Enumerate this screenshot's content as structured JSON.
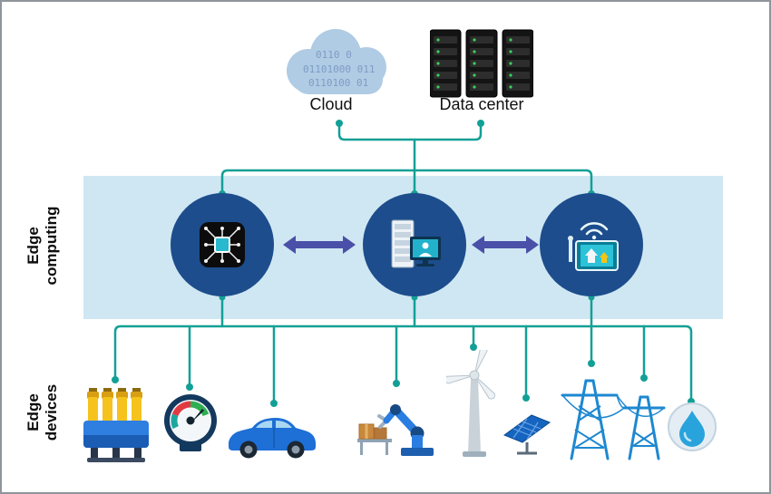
{
  "labels": {
    "cloud": "Cloud",
    "data_center": "Data center",
    "edge_computing": "Edge computing",
    "edge_devices": "Edge devices"
  },
  "cloud_binary": [
    "0110 0",
    "01101000 011",
    "0110100 01"
  ],
  "colors": {
    "connector_teal": "#12a096",
    "band_blue": "#cfe7f2",
    "node_navy": "#1d4d8c",
    "arrow_indigo": "#4a4fa8",
    "device_blue": "#2a7de1",
    "cloud_blue": "#b0cbe4",
    "rack_black": "#141414"
  },
  "icons": {
    "cloud": "cloud-icon",
    "data_center": "server-racks-icon",
    "edge_nodes": [
      "processor-chip-icon",
      "edge-server-monitor-icon",
      "smart-terminal-wifi-icon"
    ],
    "edge_devices": [
      "industrial-engine-icon",
      "gauge-meter-icon",
      "car-icon",
      "robotic-arm-icon",
      "wind-turbine-icon",
      "solar-panel-icon",
      "transmission-towers-icon",
      "water-drop-icon"
    ]
  }
}
